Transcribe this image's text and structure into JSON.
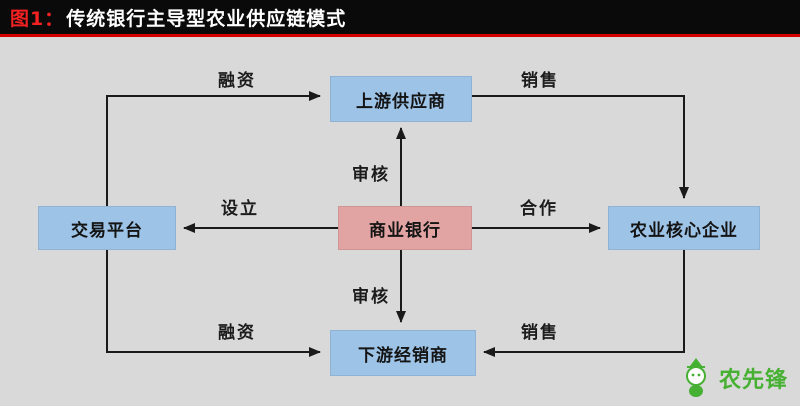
{
  "title": {
    "prefix": "图1：",
    "text": "传统银行主导型农业供应链模式"
  },
  "diagram": {
    "nodes": {
      "upstream": {
        "label": "上游供应商"
      },
      "bank": {
        "label": "商业银行"
      },
      "platform": {
        "label": "交易平台"
      },
      "core": {
        "label": "农业核心企业"
      },
      "downstream": {
        "label": "下游经销商"
      }
    },
    "edges": {
      "financing_top": {
        "label": "融资",
        "from": "platform",
        "to": "upstream"
      },
      "sales_top": {
        "label": "销售",
        "from": "upstream",
        "to": "core"
      },
      "review_top": {
        "label": "审核",
        "from": "bank",
        "to": "upstream"
      },
      "setup": {
        "label": "设立",
        "from": "bank",
        "to": "platform"
      },
      "cooperation": {
        "label": "合作",
        "from": "bank",
        "to": "core"
      },
      "review_bottom": {
        "label": "审核",
        "from": "bank",
        "to": "downstream"
      },
      "financing_bottom": {
        "label": "融资",
        "from": "platform",
        "to": "downstream"
      },
      "sales_bottom": {
        "label": "销售",
        "from": "core",
        "to": "downstream"
      }
    },
    "colors": {
      "node_blue": "#9dc3e6",
      "node_pink": "#e2a3a3",
      "background": "#d9d9d9",
      "arrow": "#1a1a1a",
      "title_accent": "#d40000",
      "watermark_green": "#3fae2a"
    }
  },
  "watermark": {
    "text": "农先锋"
  }
}
